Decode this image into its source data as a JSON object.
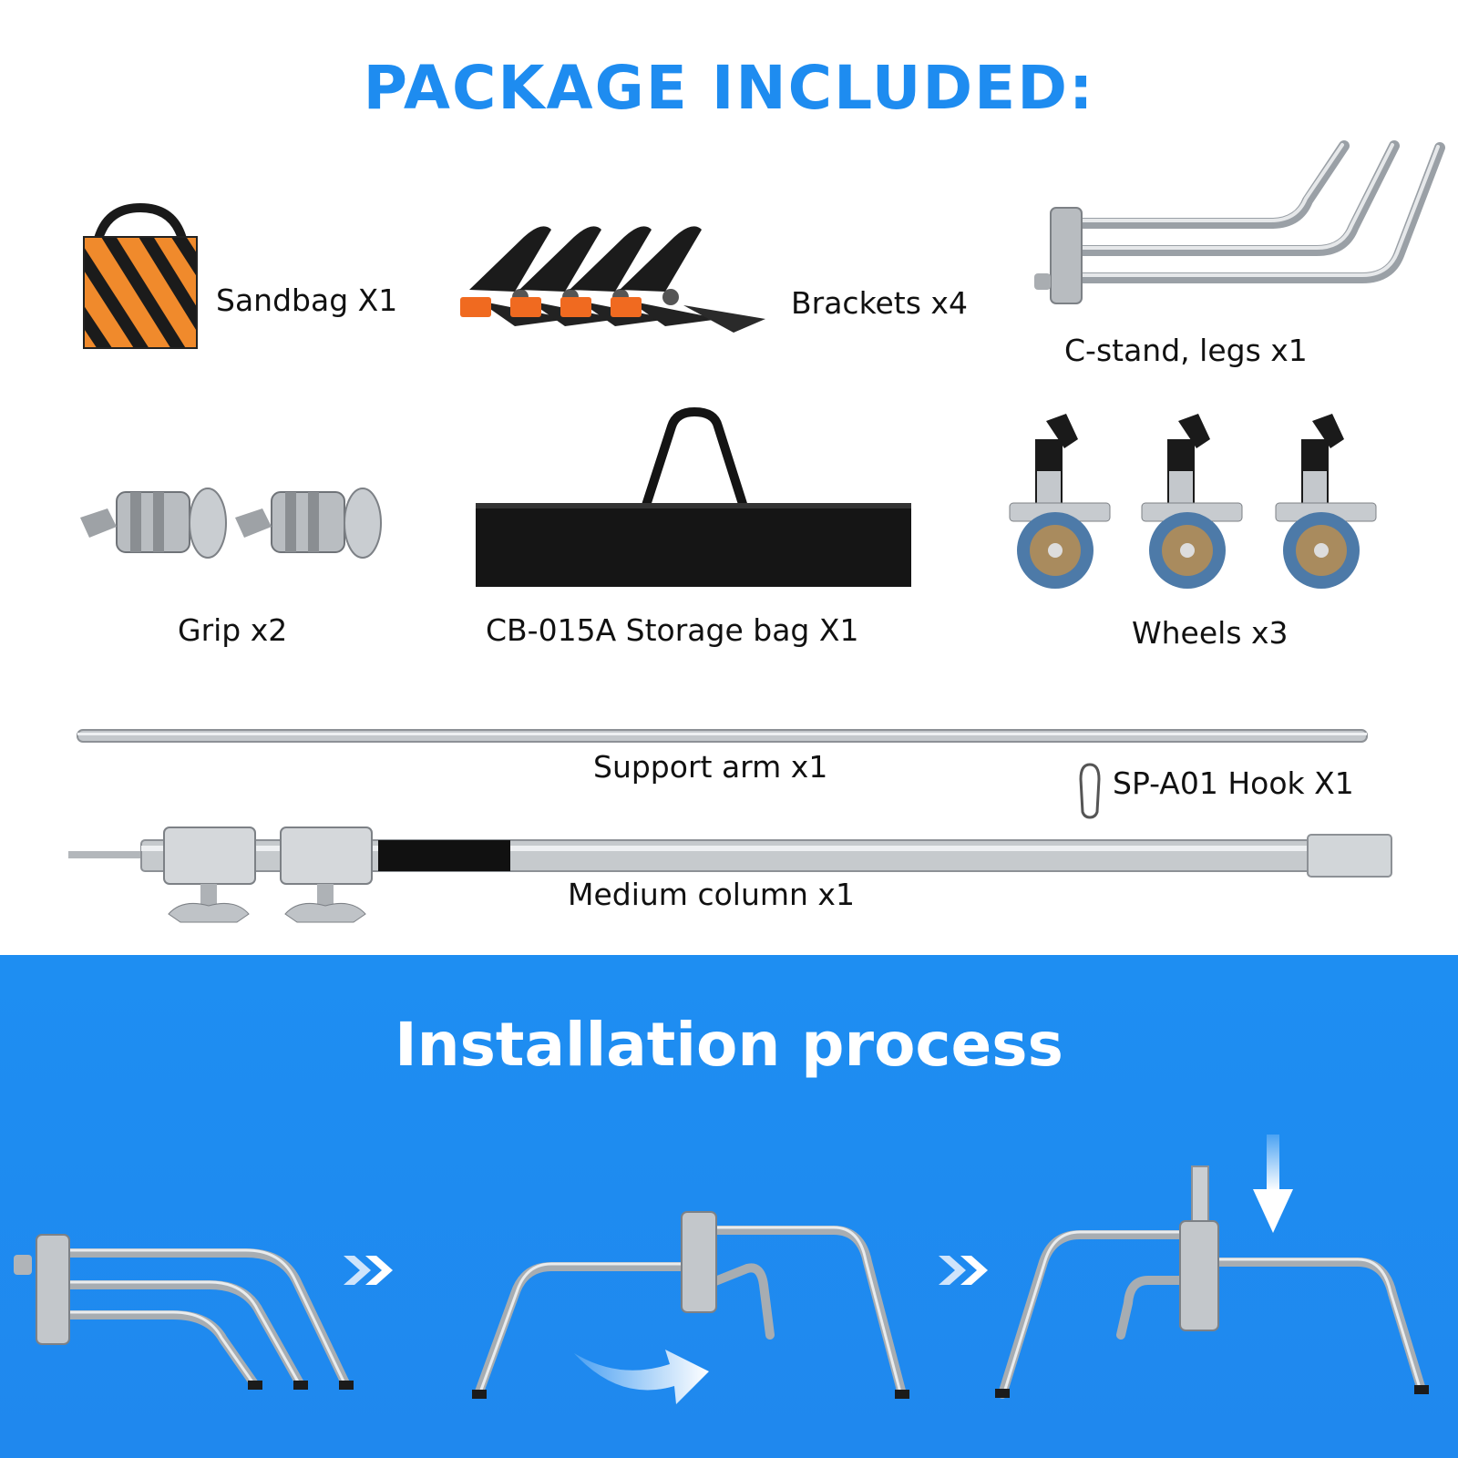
{
  "package": {
    "title": "PACKAGE INCLUDED:",
    "items": [
      {
        "icon": "sandbag-icon",
        "label": "Sandbag X1"
      },
      {
        "icon": "spring-clamp-icon",
        "label": "Brackets x4"
      },
      {
        "icon": "c-stand-legs-icon",
        "label": "C-stand, legs x1"
      },
      {
        "icon": "grip-head-icon",
        "label": "Grip x2"
      },
      {
        "icon": "storage-bag-icon",
        "label": "CB-015A Storage bag X1"
      },
      {
        "icon": "caster-wheel-icon",
        "label": "Wheels x3"
      },
      {
        "icon": "support-arm-icon",
        "label": "Support arm x1"
      },
      {
        "icon": "carabiner-hook-icon",
        "label": "SP-A01 Hook X1"
      },
      {
        "icon": "medium-column-icon",
        "label": "Medium column x1"
      }
    ]
  },
  "installation": {
    "title": "Installation process"
  },
  "colors": {
    "accent_blue": "#1e8cf0",
    "panel_blue": "#1f8af0",
    "sandbag_orange": "#f08a2c"
  }
}
